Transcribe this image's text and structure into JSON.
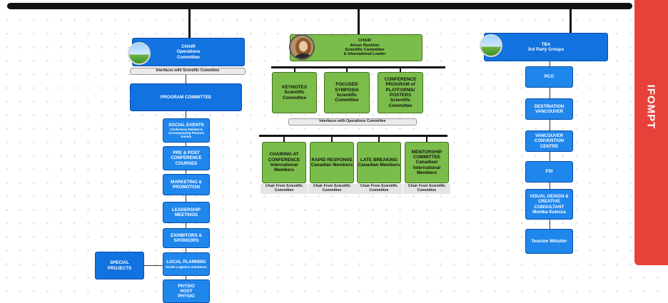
{
  "side_tab": {
    "label": "IFOMPT",
    "color": "#e8413a"
  },
  "colors": {
    "blue": "#1172e0",
    "green": "#7bbd4a",
    "grey": "#ebebeb",
    "line": "#111111"
  },
  "left": {
    "chair": {
      "line1": "CHAIR",
      "line2": "Operations",
      "line3": "Committee"
    },
    "interface_note": "Interfaces with Scientific Committee",
    "program_committee": "PROGRAM COMMITTEE",
    "items": [
      {
        "title": "SOCIAL EVENTS",
        "sub": "Conference Related & Accompanying Persons Events"
      },
      {
        "title": "PRE & POST CONFERENCE COURSES",
        "sub": ""
      },
      {
        "title": "MARKETING & PROMOTION",
        "sub": ""
      },
      {
        "title": "LEADERSHIP MEETINGS",
        "sub": ""
      },
      {
        "title": "EXHIBITORS & SPONSORS",
        "sub": ""
      },
      {
        "title": "LOCAL PLANNING",
        "sub": "Onsite Logistics Volunteers"
      },
      {
        "title": "PHYSIO HOST PHYSIO",
        "sub": ""
      }
    ],
    "special_projects": "SPECIAL PROJECTS"
  },
  "center": {
    "chair": {
      "line1": "CHAIR",
      "line2": "Alison Rushton",
      "line3": "Scientific Committee",
      "line4": "& International Leader"
    },
    "top_items": [
      {
        "title": "KEYNOTES",
        "sub": "Scientific Committee"
      },
      {
        "title": "FOCUSED SYMPOSIA",
        "sub": "Scientific Committee"
      },
      {
        "title": "CONFERENCE PROGRAM of PLATFORMS/ POSTERS",
        "sub": "Scientific Committee"
      }
    ],
    "interface_note": "Interfaces with Operations Committee",
    "bottom_items": [
      {
        "title": "CHAIRING AT CONFERENCE",
        "sub": "International Members",
        "note": "Chair From Scientific Committee"
      },
      {
        "title": "RAPID RESPONSE",
        "sub": "Canadian Members",
        "note": "Chair From Scientific Committee"
      },
      {
        "title": "LATE BREAKING",
        "sub": "Canadian Members",
        "note": "Chair From Scientific Committee"
      },
      {
        "title": "MENTORSHIP COMMITTEE",
        "sub": "Canadian/ International Members",
        "note": "Chair From Scientific Committee"
      }
    ]
  },
  "right": {
    "chair": {
      "line1": "TBA",
      "line2": "3rd Party Groups"
    },
    "items": [
      {
        "title": "PCO",
        "sub": ""
      },
      {
        "title": "DESTINATION VANCOUVER",
        "sub": ""
      },
      {
        "title": "VANCOUVER CONVENTION CENTRE",
        "sub": ""
      },
      {
        "title": "FDI",
        "sub": ""
      },
      {
        "title": "VISUAL DESIGN & CREATIVE CONSULTANT",
        "sub": "Monika Kulesza"
      },
      {
        "title": "Tourism Whistler",
        "sub": ""
      }
    ]
  }
}
